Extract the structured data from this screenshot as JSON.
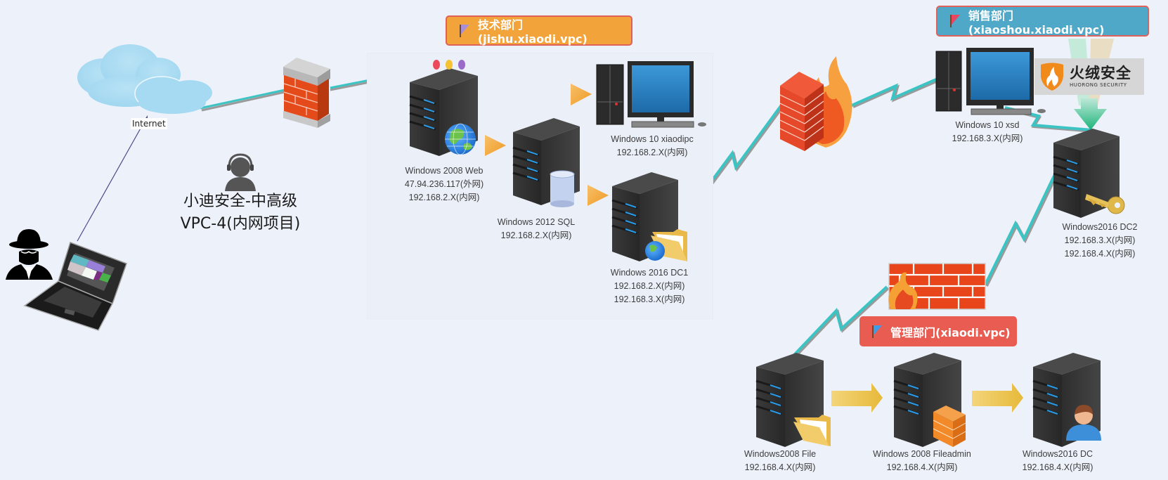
{
  "diagram": {
    "title_lines": [
      "小迪安全-中高级",
      "VPC-4(内网项目)"
    ],
    "internet_label": "Internet",
    "groups": [
      {
        "id": "tech",
        "label": "技术部门(jishu.xiaodi.vpc)",
        "color": "#f2a33a",
        "border": "#e0605a",
        "flag_color": "#a98fd6"
      },
      {
        "id": "sales",
        "label": "销售部门(xiaoshou.xiaodi.vpc)",
        "color": "#4fa8c8",
        "border": "#e0605a",
        "flag_color": "#e8455e"
      },
      {
        "id": "mgmt",
        "label": "管理部门(xiaodi.vpc)",
        "color": "#e85c52",
        "border": "#e85c52",
        "flag_color": "#3e9be8"
      }
    ],
    "nodes": {
      "web": {
        "lines": [
          "Windows 2008 Web",
          "47.94.236.117(外网)",
          "192.168.2.X(内网)"
        ],
        "badge": "globe-icon"
      },
      "sql": {
        "lines": [
          "Windows 2012 SQL",
          "192.168.2.X(内网)"
        ],
        "badge": "database-icon"
      },
      "xiaodipc": {
        "lines": [
          "Windows 10 xiaodipc",
          "192.168.2.X(内网)"
        ]
      },
      "dc1": {
        "lines": [
          "Windows 2016 DC1",
          "192.168.2.X(内网)",
          "192.168.3.X(内网)"
        ],
        "badge": "folder-globe-icon"
      },
      "xsd": {
        "lines": [
          "Windows 10 xsd",
          "192.168.3.X(内网)"
        ]
      },
      "dc2": {
        "lines": [
          "Windows2016 DC2",
          "192.168.3.X(内网)",
          "192.168.4.X(内网)"
        ],
        "badge": "key-icon"
      },
      "file": {
        "lines": [
          "Windows2008 File",
          "192.168.4.X(内网)"
        ],
        "badge": "folder-icon"
      },
      "fileadmin": {
        "lines": [
          "Windows 2008 Fileadmin",
          "192.168.4.X(内网)"
        ],
        "badge": "firewall-icon"
      },
      "dc": {
        "lines": [
          "Windows2016 DC",
          "192.168.4.X(内网)"
        ],
        "badge": "user-icon"
      }
    },
    "antivirus": {
      "name_cn": "火绒安全",
      "name_en": "HUORONG SECURITY"
    },
    "colors": {
      "background": "#edf2fa",
      "link": "#3cc4c4",
      "link_shadow": "#9a9a9a",
      "attack_line": "#4a4a8a",
      "server_body": "#343434",
      "server_led": "#2a9be8",
      "arrow_orange": "#f2a33a",
      "arrow_gold": "#e9c44e",
      "brick": "#e5471c"
    }
  }
}
